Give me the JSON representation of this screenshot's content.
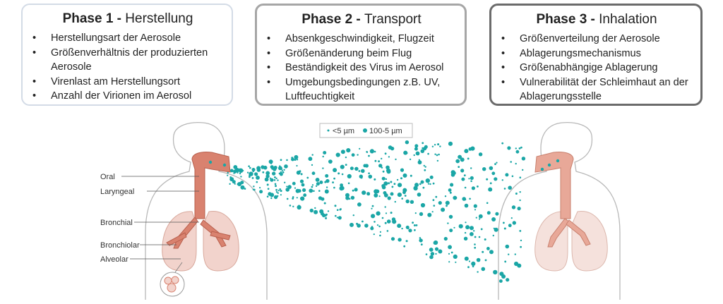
{
  "phases": [
    {
      "name": "Phase 1",
      "subtitle": "Herstellung",
      "items": [
        "Herstellungsart der Aerosole",
        "Größenverhältnis der produzierten Aerosole",
        "Virenlast am Herstellungsort",
        "Anzahl der Virionen im Aerosol"
      ]
    },
    {
      "name": "Phase 2",
      "subtitle": "Transport",
      "items": [
        "Absenkgeschwindigkeit, Flugzeit",
        "Größenänderung beim Flug",
        "Beständigkeit des Virus im Aerosol",
        "Umgebungsbedingungen z.B. UV, Luftfeuchtigkeit"
      ]
    },
    {
      "name": "Phase 3",
      "subtitle": "Inhalation",
      "items": [
        "Größenverteilung der Aerosole",
        "Ablagerungsmechanismus",
        "Größenabhängige Ablagerung",
        "Vulnerabilität der Schleimhaut an der Ablagerungsstelle"
      ]
    }
  ],
  "legend": {
    "small": "<5 µm",
    "large": "100-5 µm"
  },
  "anatomy_labels": [
    "Oral",
    "Laryngeal",
    "Bronchial",
    "Bronchiolar",
    "Alveolar"
  ],
  "colors": {
    "particle": "#1aa6a6",
    "airway": "#d9826f",
    "lung": "#f2d3cc",
    "outline": "#b8b8b8"
  }
}
